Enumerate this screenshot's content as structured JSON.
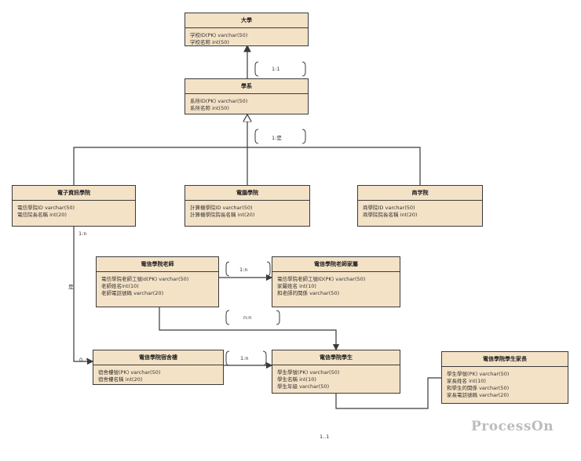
{
  "entities": {
    "daxue": {
      "title": "大學",
      "fields": [
        "学校ID(PK) varchar(50)",
        "学校名称 int(50)"
      ]
    },
    "xuexi": {
      "title": "學系",
      "fields": [
        "系所ID(PK) varchar(50)",
        "系所名称 int(50)"
      ]
    },
    "dianzi": {
      "title": "電子資訊學院",
      "fields": [
        "電信學院ID varchar(50)",
        "電信院長名稱 int(20)"
      ]
    },
    "diannao": {
      "title": "電腦學院",
      "fields": [
        "計算機學院ID varchar(50)",
        "計算機學院院長名稱 int(20)"
      ]
    },
    "shang": {
      "title": "商学院",
      "fields": [
        "商學院ID varchar(50)",
        "商學院院長名稱 int(20)"
      ]
    },
    "teacher": {
      "title": "電信學院老師",
      "fields": [
        "電信學院老師工號id(PK) varchar(50)",
        "老師姓名int(10)",
        "老師電話號碼 varchar(20)"
      ]
    },
    "teacher_family": {
      "title": "電信學院老師家屬",
      "fields": [
        "電信學院老師工號ID(PK) varchar(50)",
        "家屬姓名 int(10)",
        "和老師的関係 varchar(50)"
      ]
    },
    "dorm": {
      "title": "電信學院宿舍樓",
      "fields": [
        "宿舍樓號(PK) varchar(50)",
        "宿舍樓名稱 int(20)"
      ]
    },
    "student": {
      "title": "電信學院學生",
      "fields": [
        "學生學號(PK) varchar(50)",
        "學生名稱 int(10)",
        "學生年級 varchar(50)"
      ]
    },
    "student_parent": {
      "title": "電信學院學生家長",
      "fields": [
        "學生學號(PK) varchar(50)",
        "家長姓名 int(10)",
        "和學生的関係 varchar(50)",
        "家長電話號碼 varchar(20)"
      ]
    }
  },
  "labels": {
    "rel_daxue_xuexi": "1:1",
    "rel_xuexi_colleges": "1:是",
    "rel_dianzi_1n": "1:n",
    "rel_shi": "是",
    "rel_dorm_many": "0..*",
    "rel_teacher_family": "1:n",
    "rel_teacher_student": "n:n",
    "rel_dorm_student": "1:n",
    "bottom_note": "1..1"
  },
  "logo": "ProcessOn",
  "colors": {
    "entity_fill": "#f4e2c7",
    "line": "#3a3a3a",
    "watermark": "#bcbcbc"
  }
}
